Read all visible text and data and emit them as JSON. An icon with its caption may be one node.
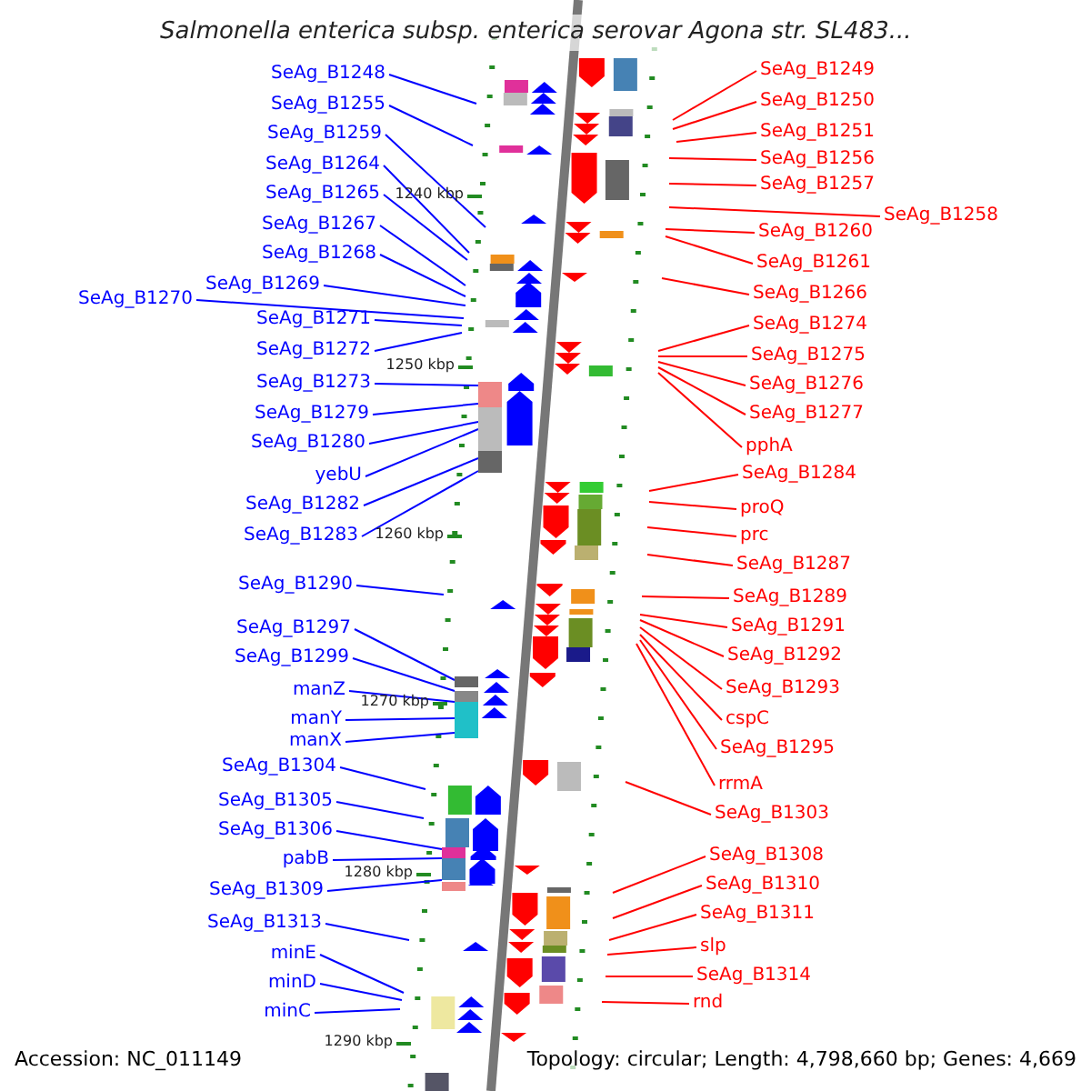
{
  "diagram": {
    "title": "Salmonella enterica subsp. enterica serovar Agona str. SL483...",
    "nodes": [
      {
        "text": [
          "SeAg_B1248"
        ]
      },
      {
        "text": [
          "SeAg_B1255"
        ]
      },
      {
        "text": [
          "SeAg_B1259"
        ]
      },
      {
        "text": [
          "SeAg_B1264"
        ]
      },
      {
        "text": [
          "SeAg_B1265"
        ]
      },
      {
        "text": [
          "SeAg_B1267"
        ]
      },
      {
        "text": [
          "SeAg_B1268"
        ]
      },
      {
        "text": [
          "SeAg_B1269"
        ]
      },
      {
        "text": [
          "SeAg_B1270"
        ]
      },
      {
        "text": [
          "SeAg_B1271"
        ]
      },
      {
        "text": [
          "SeAg_B1272"
        ]
      },
      {
        "text": [
          "SeAg_B1273"
        ]
      },
      {
        "text": [
          "SeAg_B1279"
        ]
      },
      {
        "text": [
          "SeAg_B1280"
        ]
      },
      {
        "text": [
          "yebU"
        ]
      },
      {
        "text": [
          "SeAg_B1282"
        ]
      },
      {
        "text": [
          "SeAg_B1283"
        ]
      },
      {
        "text": [
          "SeAg_B1290"
        ]
      },
      {
        "text": [
          "SeAg_B1297"
        ]
      },
      {
        "text": [
          "SeAg_B1299"
        ]
      },
      {
        "text": [
          "manZ"
        ]
      },
      {
        "text": [
          "manY"
        ]
      },
      {
        "text": [
          "manX"
        ]
      },
      {
        "text": [
          "SeAg_B1304"
        ]
      },
      {
        "text": [
          "SeAg_B1305"
        ]
      },
      {
        "text": [
          "SeAg_B1306"
        ]
      },
      {
        "text": [
          "pabB"
        ]
      },
      {
        "text": [
          "SeAg_B1309"
        ]
      },
      {
        "text": [
          "SeAg_B1313"
        ]
      },
      {
        "text": [
          "minE"
        ]
      },
      {
        "text": [
          "minD"
        ]
      },
      {
        "text": [
          "minC"
        ]
      },
      {
        "text": [
          "SeAg_B1249"
        ]
      },
      {
        "text": [
          "SeAg_B1250"
        ]
      },
      {
        "text": [
          "SeAg_B1251"
        ]
      },
      {
        "text": [
          "SeAg_B1256"
        ]
      },
      {
        "text": [
          "SeAg_B1257"
        ]
      },
      {
        "text": [
          "SeAg_B1258"
        ]
      },
      {
        "text": [
          "SeAg_B1260"
        ]
      },
      {
        "text": [
          "SeAg_B1261"
        ]
      },
      {
        "text": [
          "SeAg_B1266"
        ]
      },
      {
        "text": [
          "SeAg_B1274"
        ]
      },
      {
        "text": [
          "SeAg_B1275"
        ]
      },
      {
        "text": [
          "SeAg_B1276"
        ]
      },
      {
        "text": [
          "SeAg_B1277"
        ]
      },
      {
        "text": [
          "pphA"
        ]
      },
      {
        "text": [
          "SeAg_B1284"
        ]
      },
      {
        "text": [
          "proQ"
        ]
      },
      {
        "text": [
          "prc"
        ]
      },
      {
        "text": [
          "SeAg_B1287"
        ]
      },
      {
        "text": [
          "SeAg_B1289"
        ]
      },
      {
        "text": [
          "SeAg_B1291"
        ]
      },
      {
        "text": [
          "SeAg_B1292"
        ]
      },
      {
        "text": [
          "SeAg_B1293"
        ]
      },
      {
        "text": [
          "cspC"
        ]
      },
      {
        "text": [
          "SeAg_B1295"
        ]
      },
      {
        "text": [
          "rrmA"
        ]
      },
      {
        "text": [
          "SeAg_B1303"
        ]
      },
      {
        "text": [
          "SeAg_B1308"
        ]
      },
      {
        "text": [
          "SeAg_B1310"
        ]
      },
      {
        "text": [
          "SeAg_B1311"
        ]
      },
      {
        "text": [
          "slp"
        ]
      },
      {
        "text": [
          "SeAg_B1314"
        ]
      },
      {
        "text": [
          "rnd"
        ]
      },
      {
        "text": [],
        "shape": "box"
      },
      {
        "text": [],
        "shape": "box"
      },
      {
        "text": [],
        "shape": "box"
      }
    ],
    "edges": [
      {
        "from": 0,
        "to": null,
        "arrow": "none"
      },
      {
        "from": 1,
        "to": null,
        "arrow": "none"
      },
      {
        "from": 2,
        "to": null,
        "arrow": "none"
      },
      {
        "from": 3,
        "to": null,
        "arrow": "none"
      },
      {
        "from": 4,
        "to": null,
        "arrow": "none"
      },
      {
        "from": 5,
        "to": null,
        "arrow": "none"
      },
      {
        "from": 6,
        "to": null,
        "arrow": "none"
      },
      {
        "from": 7,
        "to": null,
        "arrow": "none"
      },
      {
        "from": 8,
        "to": null,
        "arrow": "none"
      },
      {
        "from": 9,
        "to": null,
        "arrow": "none"
      },
      {
        "from": 10,
        "to": null,
        "arrow": "none"
      },
      {
        "from": 11,
        "to": 64,
        "arrow": "none"
      },
      {
        "from": 12,
        "to": 64,
        "arrow": "none"
      },
      {
        "from": 13,
        "to": 64,
        "arrow": "none"
      },
      {
        "from": 14,
        "to": 64,
        "arrow": "none"
      },
      {
        "from": 15,
        "to": 64,
        "arrow": "none"
      },
      {
        "from": 16,
        "to": 64,
        "arrow": "none"
      },
      {
        "from": 17,
        "to": null,
        "arrow": "none"
      },
      {
        "from": 18,
        "to": 65,
        "arrow": "none"
      },
      {
        "from": 19,
        "to": 65,
        "arrow": "none"
      },
      {
        "from": 20,
        "to": 65,
        "arrow": "none"
      },
      {
        "from": 21,
        "to": 65,
        "arrow": "none"
      },
      {
        "from": 22,
        "to": 65,
        "arrow": "none"
      },
      {
        "from": 23,
        "to": null,
        "arrow": "none"
      },
      {
        "from": 24,
        "to": null,
        "arrow": "none"
      },
      {
        "from": 25,
        "to": 66,
        "arrow": "none"
      },
      {
        "from": 26,
        "to": 66,
        "arrow": "none"
      },
      {
        "from": 27,
        "to": 66,
        "arrow": "none"
      },
      {
        "from": 28,
        "to": null,
        "arrow": "none"
      },
      {
        "from": 29,
        "to": null,
        "arrow": "none"
      },
      {
        "from": 30,
        "to": null,
        "arrow": "none"
      },
      {
        "from": 31,
        "to": null,
        "arrow": "none"
      },
      {
        "from": 32,
        "to": null,
        "arrow": "none",
        "color": "#ff0000"
      },
      {
        "from": 33,
        "to": null,
        "arrow": "none",
        "color": "#ff0000"
      },
      {
        "from": 34,
        "to": null,
        "arrow": "none",
        "color": "#ff0000"
      },
      {
        "from": 35,
        "to": null,
        "arrow": "none",
        "color": "#ff0000"
      },
      {
        "from": 36,
        "to": null,
        "arrow": "none",
        "color": "#ff0000"
      },
      {
        "from": 37,
        "to": null,
        "arrow": "none",
        "color": "#ff0000"
      },
      {
        "from": 38,
        "to": null,
        "arrow": "none",
        "color": "#ff0000"
      },
      {
        "from": 39,
        "to": null,
        "arrow": "none",
        "color": "#ff0000"
      },
      {
        "from": 40,
        "to": null,
        "arrow": "none",
        "color": "#ff0000"
      },
      {
        "from": 41,
        "to": null,
        "arrow": "none",
        "color": "#ff0000"
      },
      {
        "from": 42,
        "to": null,
        "arrow": "none",
        "color": "#ff0000"
      },
      {
        "from": 43,
        "to": null,
        "arrow": "none",
        "color": "#ff0000"
      },
      {
        "from": 44,
        "to": null,
        "arrow": "none",
        "color": "#ff0000"
      },
      {
        "from": 45,
        "to": null,
        "arrow": "none",
        "color": "#ff0000"
      },
      {
        "from": 46,
        "to": null,
        "arrow": "none",
        "color": "#ff0000"
      },
      {
        "from": 47,
        "to": null,
        "arrow": "none",
        "color": "#ff0000"
      },
      {
        "from": 48,
        "to": null,
        "arrow": "none",
        "color": "#ff0000"
      },
      {
        "from": 49,
        "to": null,
        "arrow": "none",
        "color": "#ff0000"
      },
      {
        "from": 50,
        "to": null,
        "arrow": "none",
        "color": "#ff0000"
      },
      {
        "from": 51,
        "to": null,
        "arrow": "none",
        "color": "#ff0000"
      },
      {
        "from": 52,
        "to": null,
        "arrow": "none",
        "color": "#ff0000"
      },
      {
        "from": 53,
        "to": null,
        "arrow": "none",
        "color": "#ff0000"
      },
      {
        "from": 54,
        "to": null,
        "arrow": "none",
        "color": "#ff0000"
      },
      {
        "from": 55,
        "to": null,
        "arrow": "none",
        "color": "#ff0000"
      },
      {
        "from": 56,
        "to": null,
        "arrow": "none",
        "color": "#ff0000"
      },
      {
        "from": 57,
        "to": null,
        "arrow": "none",
        "color": "#ff0000"
      },
      {
        "from": 58,
        "to": null,
        "arrow": "none",
        "color": "#ff0000"
      },
      {
        "from": 59,
        "to": null,
        "arrow": "none",
        "color": "#ff0000"
      },
      {
        "from": 60,
        "to": null,
        "arrow": "none",
        "color": "#ff0000"
      },
      {
        "from": 61,
        "to": null,
        "arrow": "none",
        "color": "#ff0000"
      },
      {
        "from": 62,
        "to": null,
        "arrow": "none",
        "color": "#ff0000"
      },
      {
        "from": 63,
        "to": null,
        "arrow": "none",
        "color": "#ff0000"
      }
    ],
    "labels": [
      "1240 kbp",
      "1250 kbp",
      "1260 kbp",
      "1270 kbp",
      "1280 kbp",
      "1290 kbp",
      "Accession: NC_011149",
      "Topology: circular; Length: 4,798,660 bp; Genes: 4,669"
    ]
  }
}
